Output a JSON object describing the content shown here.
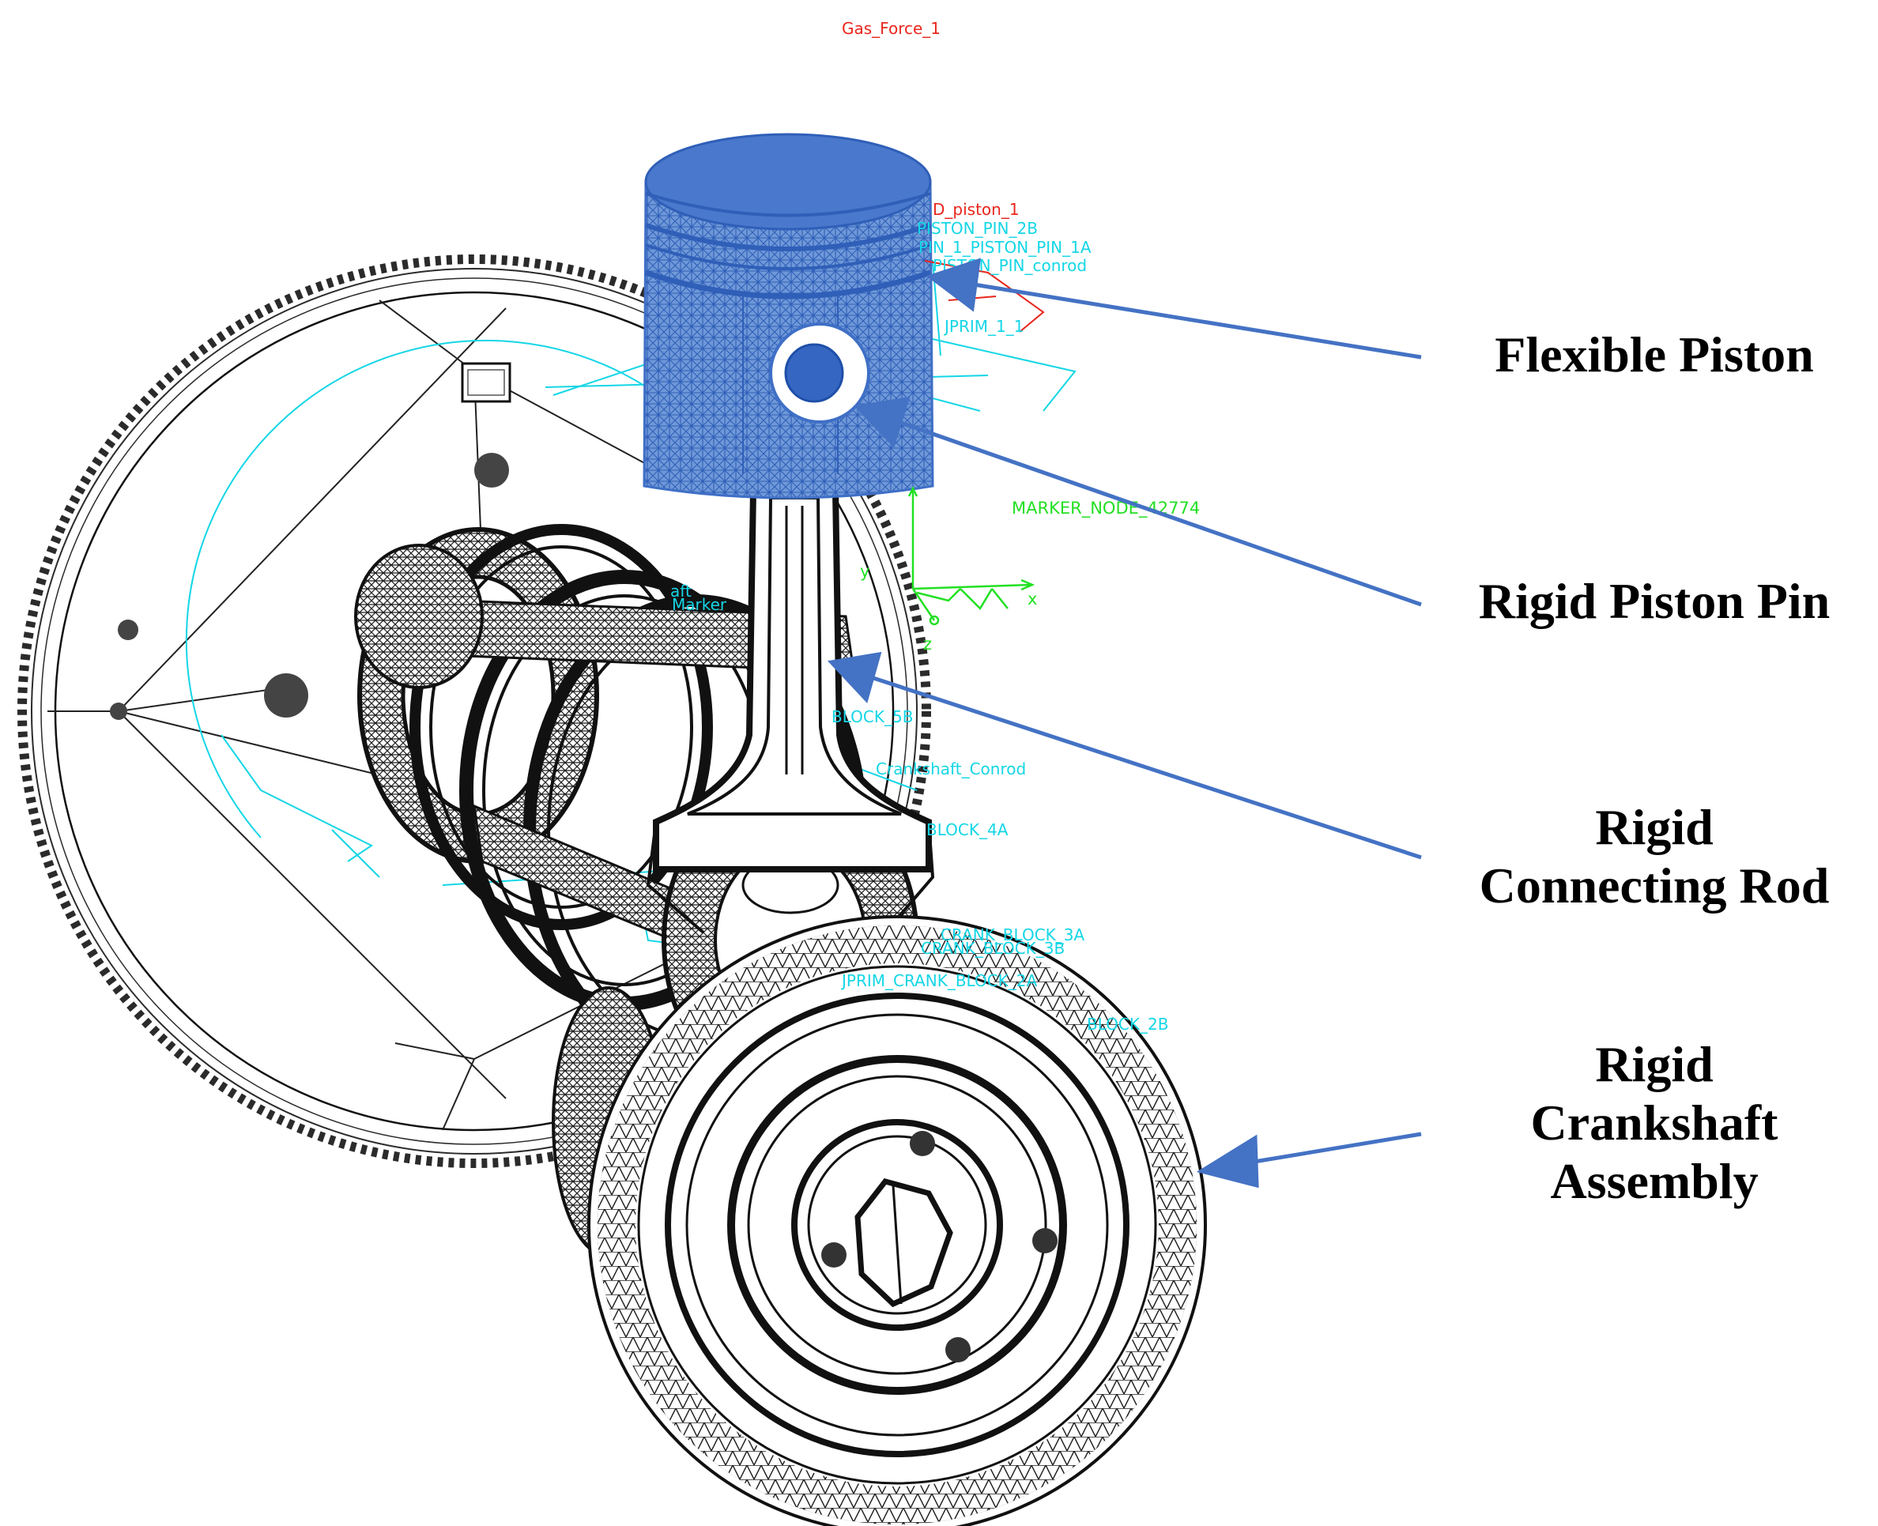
{
  "colors": {
    "arrow": "#4472c4",
    "mesh_blue": "#4f7fcc",
    "mesh_dark": "#1e1e1e",
    "cad_red": "#e8261c",
    "cad_cyan": "#14d6e6",
    "cad_green": "#22e022"
  },
  "cad_labels": {
    "gas_force": "Gas_Force_1",
    "piston_ref": "D_piston_1",
    "pin_2b": "PISTON_PIN_2B",
    "pin_1a": "PIN_1_PISTON_PIN_1A",
    "pin_conrod": "PISTON_PIN_conrod",
    "jprim": "JPRIM_1_1",
    "marker": "MARKER_NODE_42774",
    "shaft": "aft",
    "marker_small": "Marker",
    "block_5b": "BLOCK_5B",
    "crank_conrod": "Crankshaft_Conrod",
    "block_4a": "BLOCK_4A",
    "crank_block_3a": "CRANK_BLOCK_3A",
    "crank_block_3b": "CRANK_BLOCK_3B",
    "crank_block_2a": "JPRIM_CRANK_BLOCK_2A",
    "block_2b": "BLOCK_2B",
    "axis_y": "y",
    "axis_x": "x",
    "axis_z": "z"
  },
  "callouts": [
    {
      "id": "flexible-piston",
      "lines": [
        "Flexible Piston"
      ]
    },
    {
      "id": "rigid-piston-pin",
      "lines": [
        "Rigid Piston Pin"
      ]
    },
    {
      "id": "rigid-connecting-rod",
      "lines": [
        "Rigid",
        "Connecting Rod"
      ]
    },
    {
      "id": "rigid-crankshaft-assembly",
      "lines": [
        "Rigid",
        "Crankshaft",
        "Assembly"
      ]
    }
  ]
}
